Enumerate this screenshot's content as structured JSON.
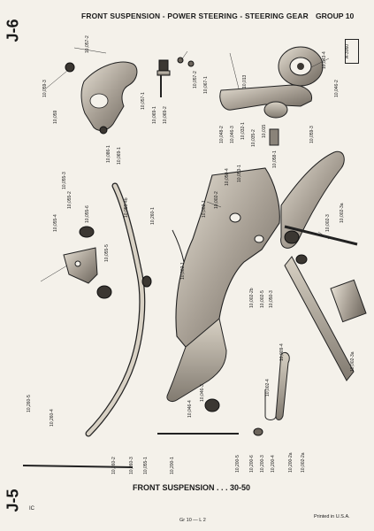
{
  "header": {
    "title": "FRONT SUSPENSION - POWER STEERING - STEERING GEAR",
    "group": "GROUP 10"
  },
  "page_label_top": "J-6",
  "page_label_bottom": "J-5",
  "figure_code": "A-3060",
  "caption": "FRONT SUSPENSION . . .  30-50",
  "footer": {
    "left": "IC",
    "center": "Gr 10 — L 2",
    "right": "Printed in U.S.A."
  },
  "part_labels": [
    "10,059-3",
    "10,057-2",
    "10,059",
    "10,057-1",
    "10,069-1",
    "10,069-2",
    "10,057-2",
    "10,067-1",
    "10,069-1",
    "10,086-1",
    "10,055-4",
    "10,055-2",
    "10,055-3",
    "10,059-4b",
    "10,260-1",
    "10,055-6",
    "10,055-5",
    "10,013",
    "10,048-2",
    "10,046-3",
    "10,043-4",
    "10,046-2",
    "10,032-1",
    "10,035-2",
    "10,050-4",
    "10,053-1",
    "10,015",
    "10,058-1",
    "10,059-3",
    "10,002-1",
    "10,002-3",
    "10,002-2",
    "10,002-1",
    "10,002-2b",
    "10,002-3a",
    "10,050-3",
    "10,002-5",
    "10,002-3a",
    "10,260-5",
    "10,260-4",
    "10,046-4",
    "10,046-3",
    "10,009-4",
    "10,200-3",
    "10,200-6",
    "10,200-5",
    "10,200-4",
    "10,200-2a",
    "10,002-2a",
    "10,002-4",
    "10,260-2",
    "10,260-3",
    "10,055-1",
    "10,200-1"
  ]
}
